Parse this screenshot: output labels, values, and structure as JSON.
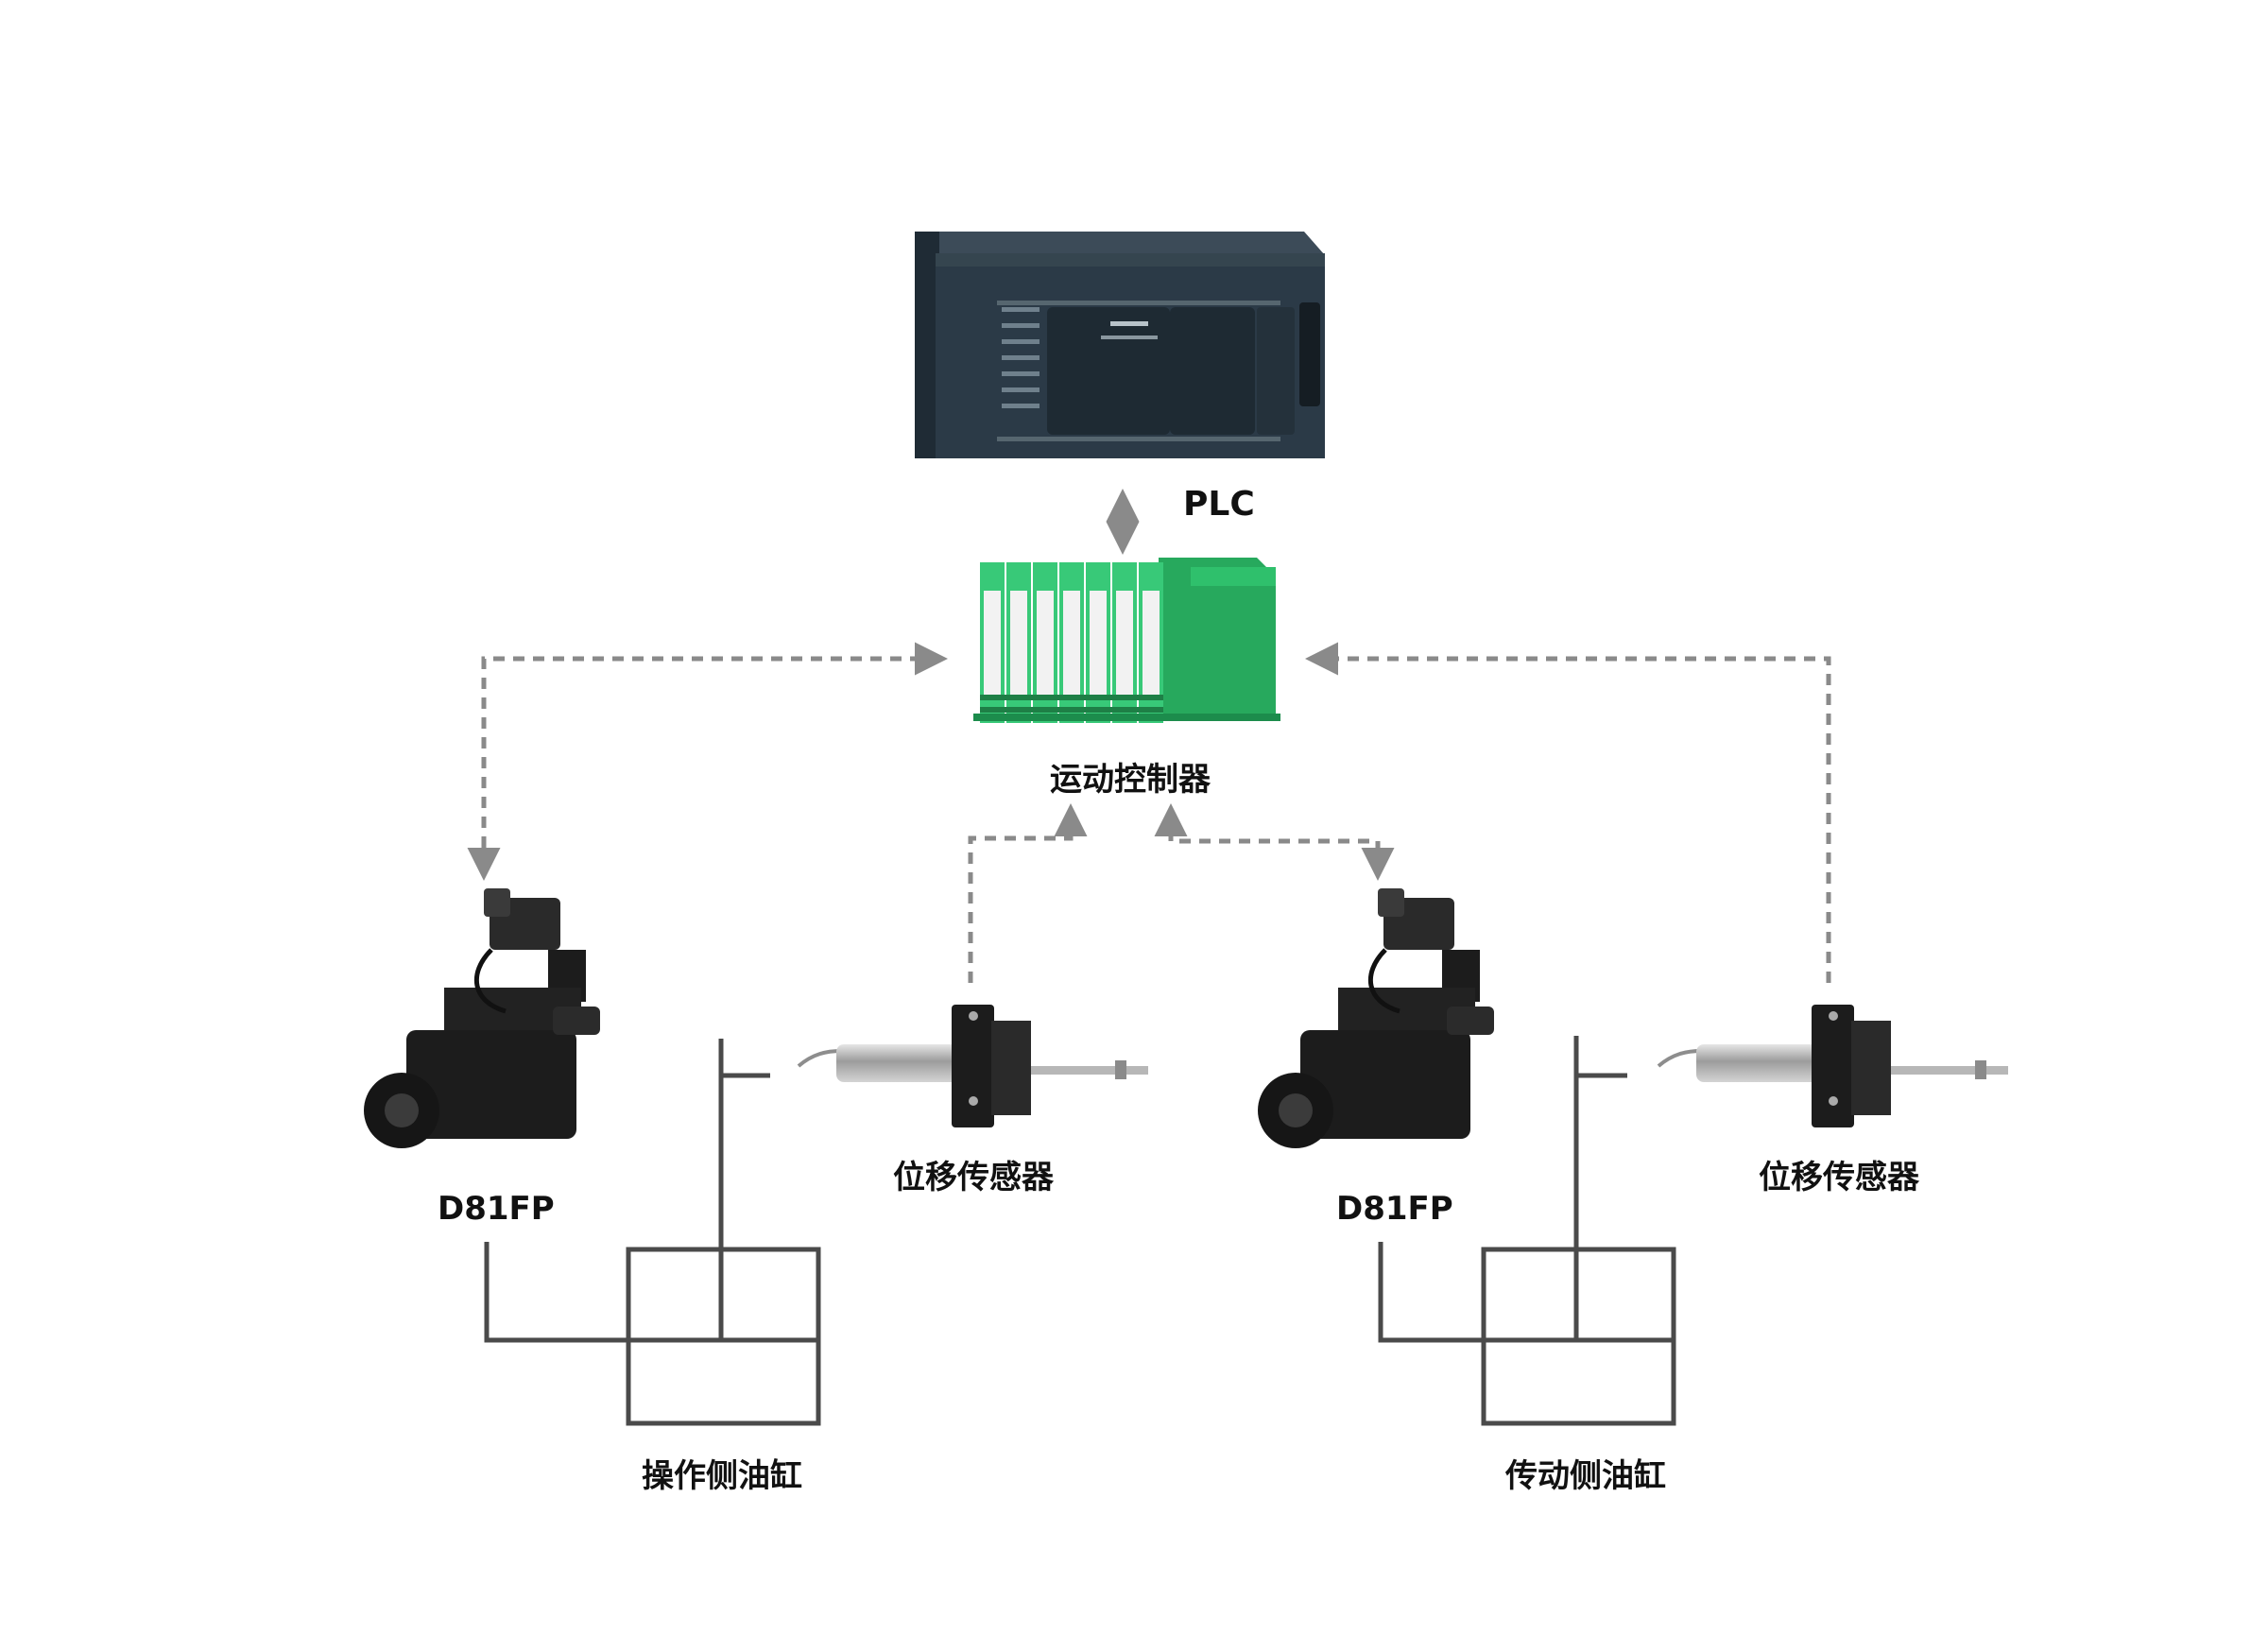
{
  "labels": {
    "plc": "PLC",
    "motion_controller": "运动控制器",
    "valve_left": "D81FP",
    "valve_right": "D81FP",
    "sensor_left": "位移传感器",
    "sensor_right": "位移传感器",
    "cylinder_left": "操作侧油缸",
    "cylinder_right": "传动侧油缸"
  },
  "colors": {
    "dashed_link": "#8a8a8a",
    "hydraulic_line": "#4a4a4a",
    "plc_body": "#2b3a47",
    "controller_green": "#2ebd6b",
    "valve_black": "#1c1c1c",
    "sensor_steel": "#a9a9a9"
  },
  "icons": {
    "plc": "plc-device-icon",
    "controller": "din-rail-module-icon",
    "valve": "servo-valve-icon",
    "sensor": "displacement-sensor-icon"
  }
}
